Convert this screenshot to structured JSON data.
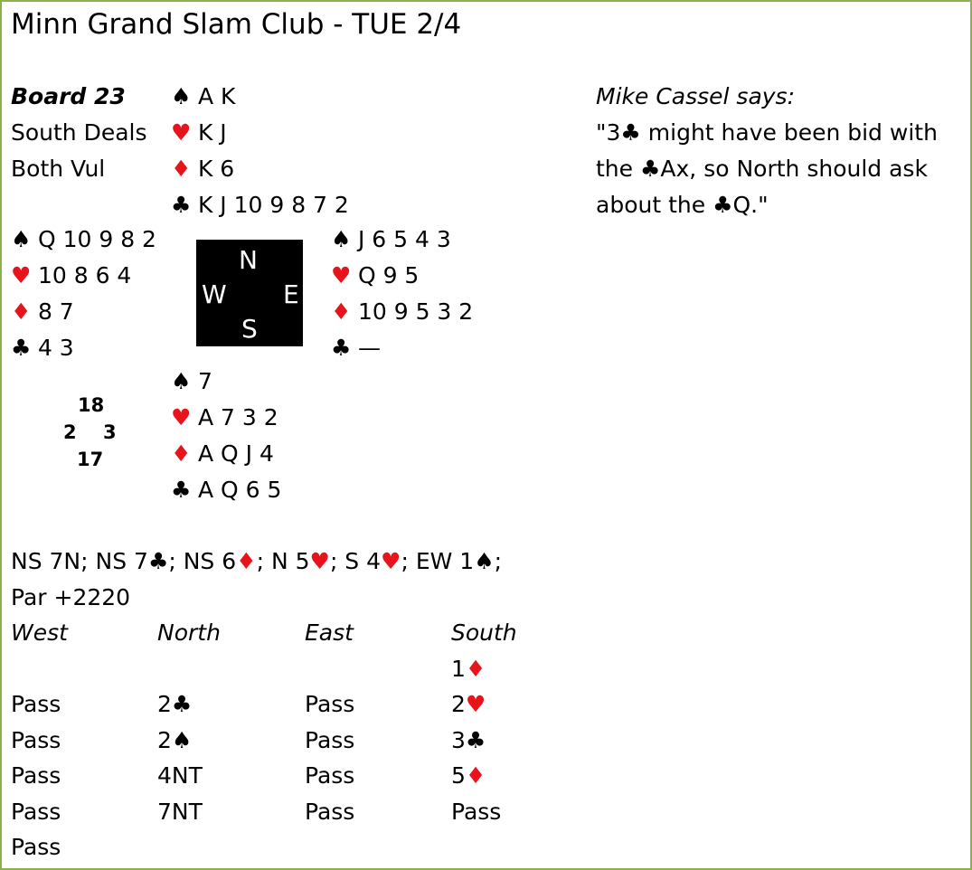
{
  "title": "Minn Grand Slam Club - TUE 2/4",
  "board": {
    "label": "Board 23",
    "dealer": "South Deals",
    "vul": "Both Vul"
  },
  "hands": {
    "north": {
      "spades": "A K",
      "hearts": "K J",
      "diamonds": "K 6",
      "clubs": "K J 10 9 8 7 2"
    },
    "west": {
      "spades": "Q 10 9 8 2",
      "hearts": "10 8 6 4",
      "diamonds": "8 7",
      "clubs": "4 3"
    },
    "east": {
      "spades": "J 6 5 4 3",
      "hearts": "Q 9 5",
      "diamonds": "10 9 5 3 2",
      "clubs": "—"
    },
    "south": {
      "spades": "7",
      "hearts": "A 7 3 2",
      "diamonds": "A Q J 4",
      "clubs": "A Q 6 5"
    }
  },
  "suit_symbols": {
    "spades": "♠",
    "hearts": "♥",
    "diamonds": "♦",
    "clubs": "♣"
  },
  "compass": {
    "n": "N",
    "w": "W",
    "e": "E",
    "s": "S"
  },
  "hcp": {
    "north": "18",
    "west": "2",
    "east": "3",
    "south": "17"
  },
  "comment": {
    "author": "Mike Cassel says:",
    "line1_pre": "\"3",
    "line1_post": " might have been bid with",
    "line2_pre": "the ",
    "line2_post": "Ax, so North should ask",
    "line3_pre": "about the ",
    "line3_post": "Q.\""
  },
  "makeables": {
    "ns7n": "NS 7N; ",
    "ns7c": "NS 7",
    "ns6d": "; NS 6",
    "n5h": "; N 5",
    "s4h": "; S 4",
    "ew1s": "; EW 1",
    "end": ";",
    "par": "Par +2220"
  },
  "auction": {
    "headers": [
      "West",
      "North",
      "East",
      "South"
    ],
    "r1": {
      "south_level": "1"
    },
    "r2": {
      "west": "Pass",
      "north_level": "2",
      "east": "Pass",
      "south_level": "2"
    },
    "r3": {
      "west": "Pass",
      "north_level": "2",
      "east": "Pass",
      "south_level": "3"
    },
    "r4": {
      "west": "Pass",
      "north": "4NT",
      "east": "Pass",
      "south_level": "5"
    },
    "r5": {
      "west": "Pass",
      "north": "7NT",
      "east": "Pass",
      "south": "Pass"
    },
    "r6": {
      "west": "Pass"
    }
  },
  "colors": {
    "red_suit": "#e8141b",
    "border": "#8cb14a",
    "compass_bg": "#000000"
  }
}
